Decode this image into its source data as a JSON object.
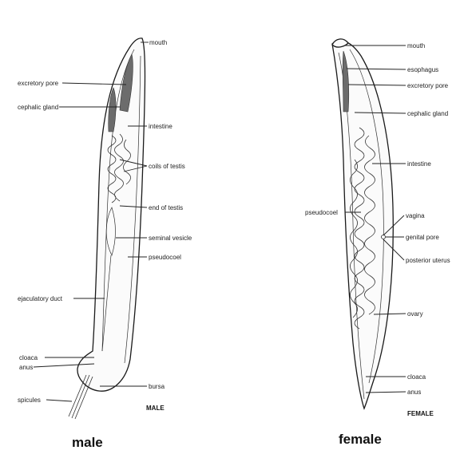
{
  "male": {
    "caption": "male",
    "tag": "MALE",
    "labels": {
      "mouth": "mouth",
      "excretory_pore": "excretory pore",
      "cephalic_gland": "cephalic gland",
      "intestine": "intestine",
      "coils_of_testis": "coils of testis",
      "end_of_testis": "end of testis",
      "seminal_vesicle": "seminal vesicle",
      "pseudocoel": "pseudocoel",
      "ejaculatory_duct": "ejaculatory duct",
      "cloaca": "cloaca",
      "anus": "anus",
      "bursa": "bursa",
      "spicules": "spicules"
    }
  },
  "female": {
    "caption": "female",
    "tag": "FEMALE",
    "labels": {
      "mouth": "mouth",
      "esophagus": "esophagus",
      "excretory_pore": "excretory pore",
      "cephalic_gland": "cephalic gland",
      "intestine": "intestine",
      "pseudocoel": "pseudocoel",
      "vagina": "vagina",
      "genital_pore": "genital pore",
      "posterior_uterus": "posterior uterus",
      "ovary": "ovary",
      "cloaca": "cloaca",
      "anus": "anus"
    }
  }
}
